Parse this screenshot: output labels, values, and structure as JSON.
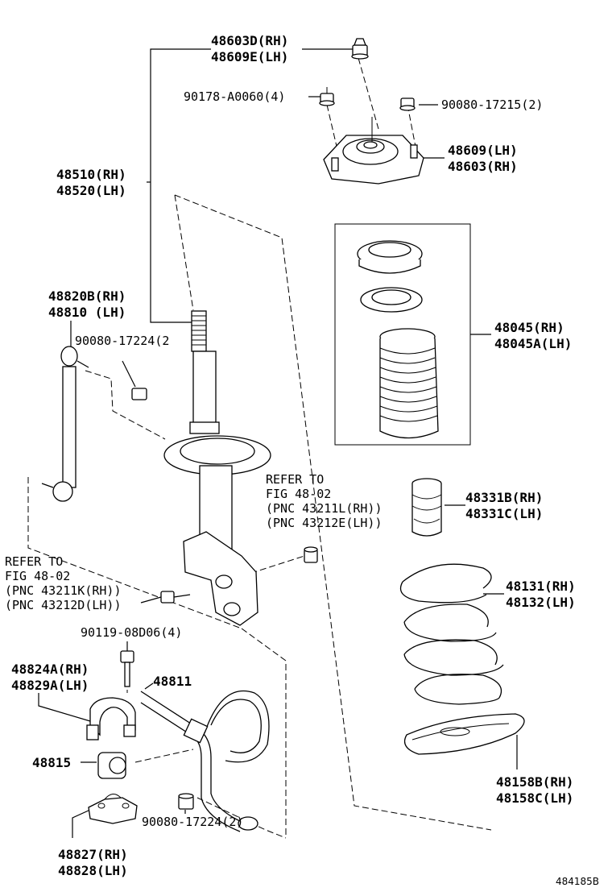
{
  "labels": {
    "top_nut": [
      "48603D(RH)",
      "48609E(LH)"
    ],
    "bolt_left": "90178-A0060(4)",
    "bolt_right": "90080-17215(2)",
    "mount": [
      "48609(LH)",
      "48603(RH)"
    ],
    "strut": [
      "48510(RH)",
      "48520(LH)"
    ],
    "boot_kit": [
      "48045(RH)",
      "48045A(LH)"
    ],
    "stab_link": [
      "48820B(RH)",
      "48810 (LH)"
    ],
    "link_nut": "90080-17224(2",
    "bumper": [
      "48331B(RH)",
      "48331C(LH)"
    ],
    "ref_right": [
      "REFER TO",
      "FIG 48-02",
      "(PNC 43211L(RH))",
      "(PNC 43212E(LH))"
    ],
    "ref_left": [
      "REFER TO",
      "FIG 48-02",
      "(PNC 43211K(RH))",
      "(PNC 43212D(LH))"
    ],
    "spring": [
      "48131(RH)",
      "48132(LH)"
    ],
    "bracket_bolt": "90119-08D06(4)",
    "clamp": [
      "48824A(RH)",
      "48829A(LH)"
    ],
    "stab_bar": "48811",
    "bushing": "48815",
    "lower_seat": [
      "48158B(RH)",
      "48158C(LH)"
    ],
    "bar_nut": "90080-17224(2)",
    "bracket": [
      "48827(RH)",
      "48828(LH)"
    ],
    "figure_id": "484185B"
  }
}
